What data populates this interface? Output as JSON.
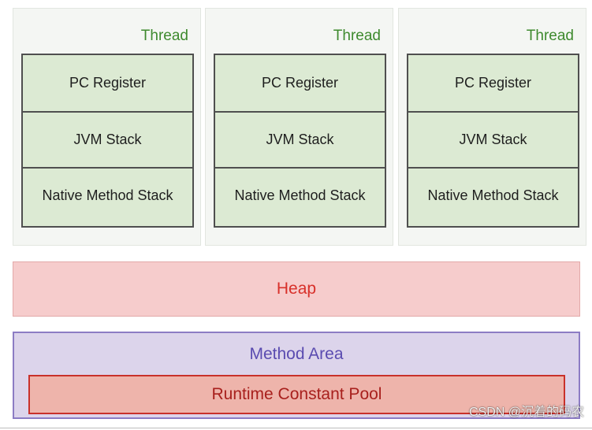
{
  "threads": [
    {
      "label": "Thread",
      "rows": [
        "PC Register",
        "JVM Stack",
        "Native Method Stack"
      ]
    },
    {
      "label": "Thread",
      "rows": [
        "PC Register",
        "JVM Stack",
        "Native Method Stack"
      ]
    },
    {
      "label": "Thread",
      "rows": [
        "PC Register",
        "JVM Stack",
        "Native Method Stack"
      ]
    }
  ],
  "heap": {
    "label": "Heap"
  },
  "method_area": {
    "label": "Method Area",
    "runtime_constant_pool": "Runtime Constant Pool"
  },
  "watermark": "CSDN @沉着的码农",
  "colors": {
    "thread_bg": "#f4f6f3",
    "thread_label": "#3e8a2e",
    "stack_fill": "#dcead3",
    "heap_fill": "#f6cccc",
    "heap_text": "#d8302a",
    "method_area_fill": "#dcd4eb",
    "method_area_text": "#5a4bb0",
    "rcp_fill": "#eeb4ab",
    "rcp_border": "#c9312a"
  }
}
